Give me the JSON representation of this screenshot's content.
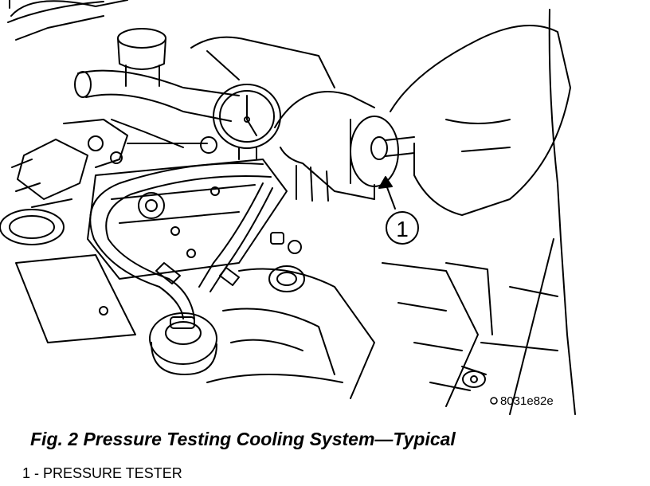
{
  "figure": {
    "caption": "Fig. 2 Pressure Testing Cooling System—Typical",
    "code": "8031e82e"
  },
  "callouts": [
    {
      "number": "1"
    }
  ],
  "legend": [
    {
      "text": "1 - PRESSURE TESTER"
    }
  ]
}
